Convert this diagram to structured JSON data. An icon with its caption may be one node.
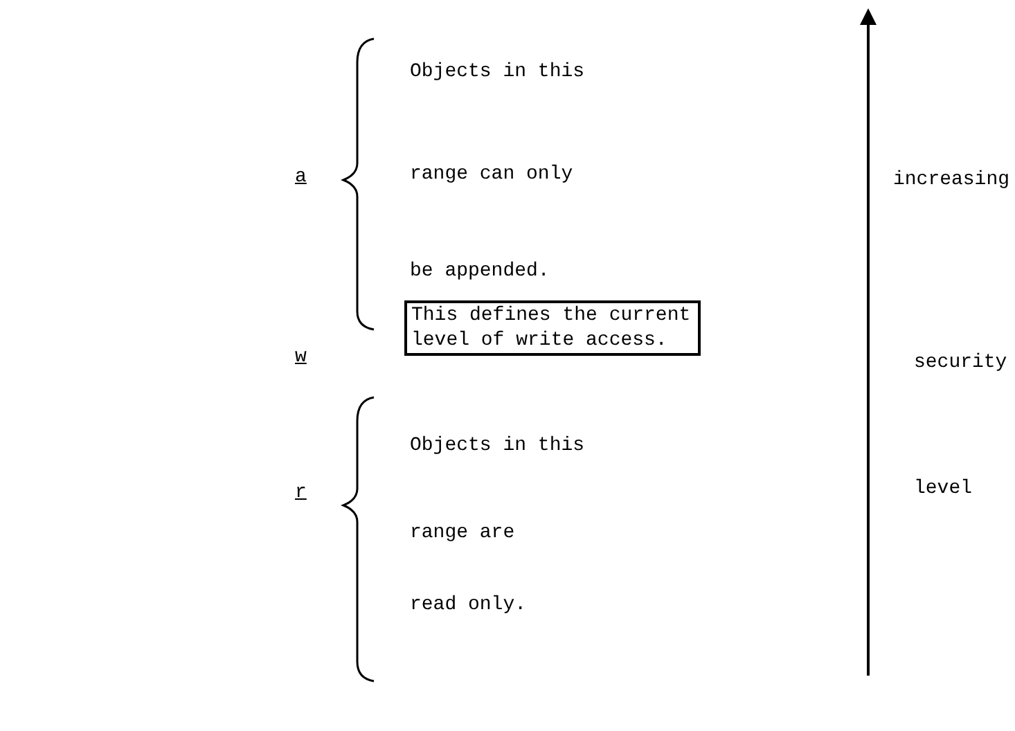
{
  "diagram": {
    "nodes": [
      {
        "text": [
          "This defines the current level of write access."
        ]
      }
    ],
    "labels": [
      "Objects in this",
      "range can only",
      "a",
      "increasing",
      "be appended.",
      "w",
      "security",
      "Objects in this",
      "r",
      "range are",
      "level",
      "read only."
    ]
  }
}
